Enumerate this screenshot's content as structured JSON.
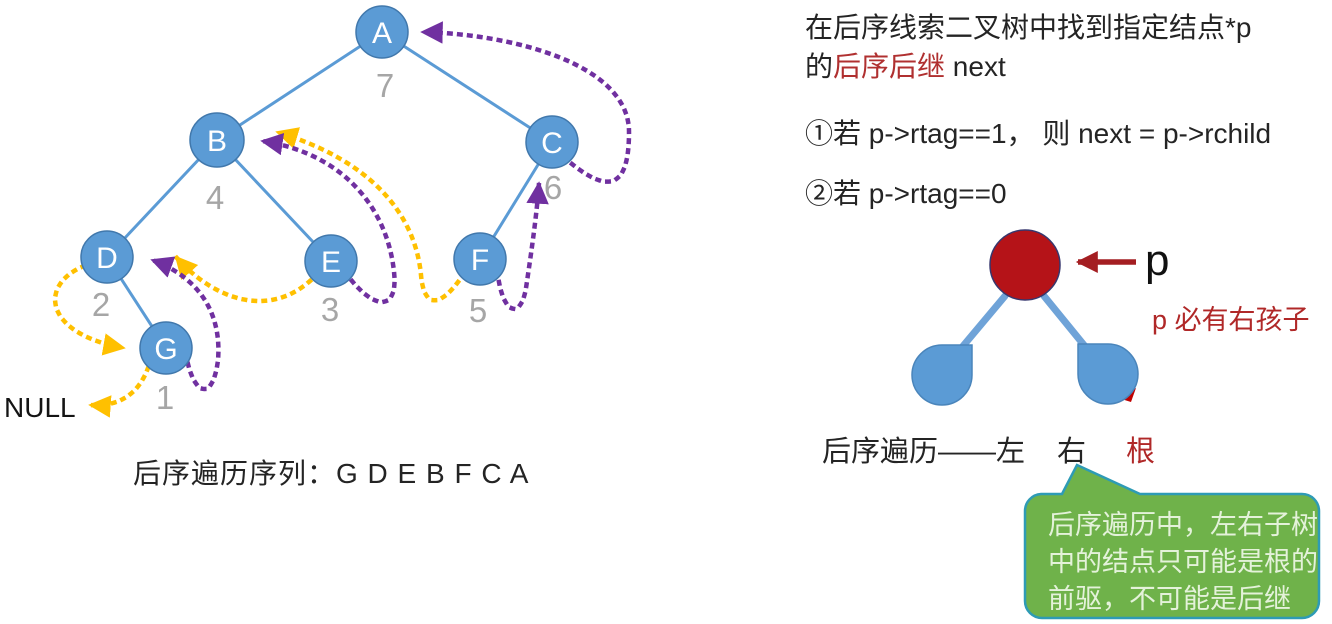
{
  "colors": {
    "node_fill": "#5b9bd5",
    "node_border": "#4178ac",
    "edge_blue": "#5b9bd5",
    "pred_thread_yellow": "#ffc000",
    "succ_thread_purple": "#7030a0",
    "order_number_gray": "#a6a6a6",
    "p_circle_red": "#b51318",
    "arrow_red": "#a41e22",
    "note_red": "#b02828",
    "bubble_green": "#6fb24a",
    "bubble_border_teal": "#2e9bb5",
    "bubble_text_green": "#e4f2da"
  },
  "tree": {
    "nodes": [
      {
        "label": "A",
        "order": "7"
      },
      {
        "label": "B",
        "order": "4"
      },
      {
        "label": "C",
        "order": "6"
      },
      {
        "label": "D",
        "order": "2"
      },
      {
        "label": "E",
        "order": "3"
      },
      {
        "label": "F",
        "order": "5"
      },
      {
        "label": "G",
        "order": "1"
      }
    ],
    "null_label": "NULL",
    "caption": "后序遍历序列：G D E B F C A",
    "threads": {
      "yellow_meaning": "predecessor threads: G→NULL, D→G, E→D, F→B",
      "purple_meaning": "successor threads: G→D, E→B, F→C, C→A"
    }
  },
  "panel": {
    "title_line1": "在后序线索二叉树中找到指定结点*p",
    "title_line2_prefix": "的",
    "title_line2_red": "后序后继",
    "title_line2_suffix": " next",
    "case1": "①若 p->rtag==1， 则 next = p->rchild",
    "case2": "②若 p->rtag==0",
    "p_label": "p",
    "p_note": "p 必有右孩子",
    "postorder_prefix": "后序遍历——左",
    "postorder_right": "右",
    "postorder_root": "根",
    "bubble_lines": [
      "后序遍历中，左右子树",
      "中的结点只可能是根的",
      "前驱，不可能是后继"
    ]
  }
}
